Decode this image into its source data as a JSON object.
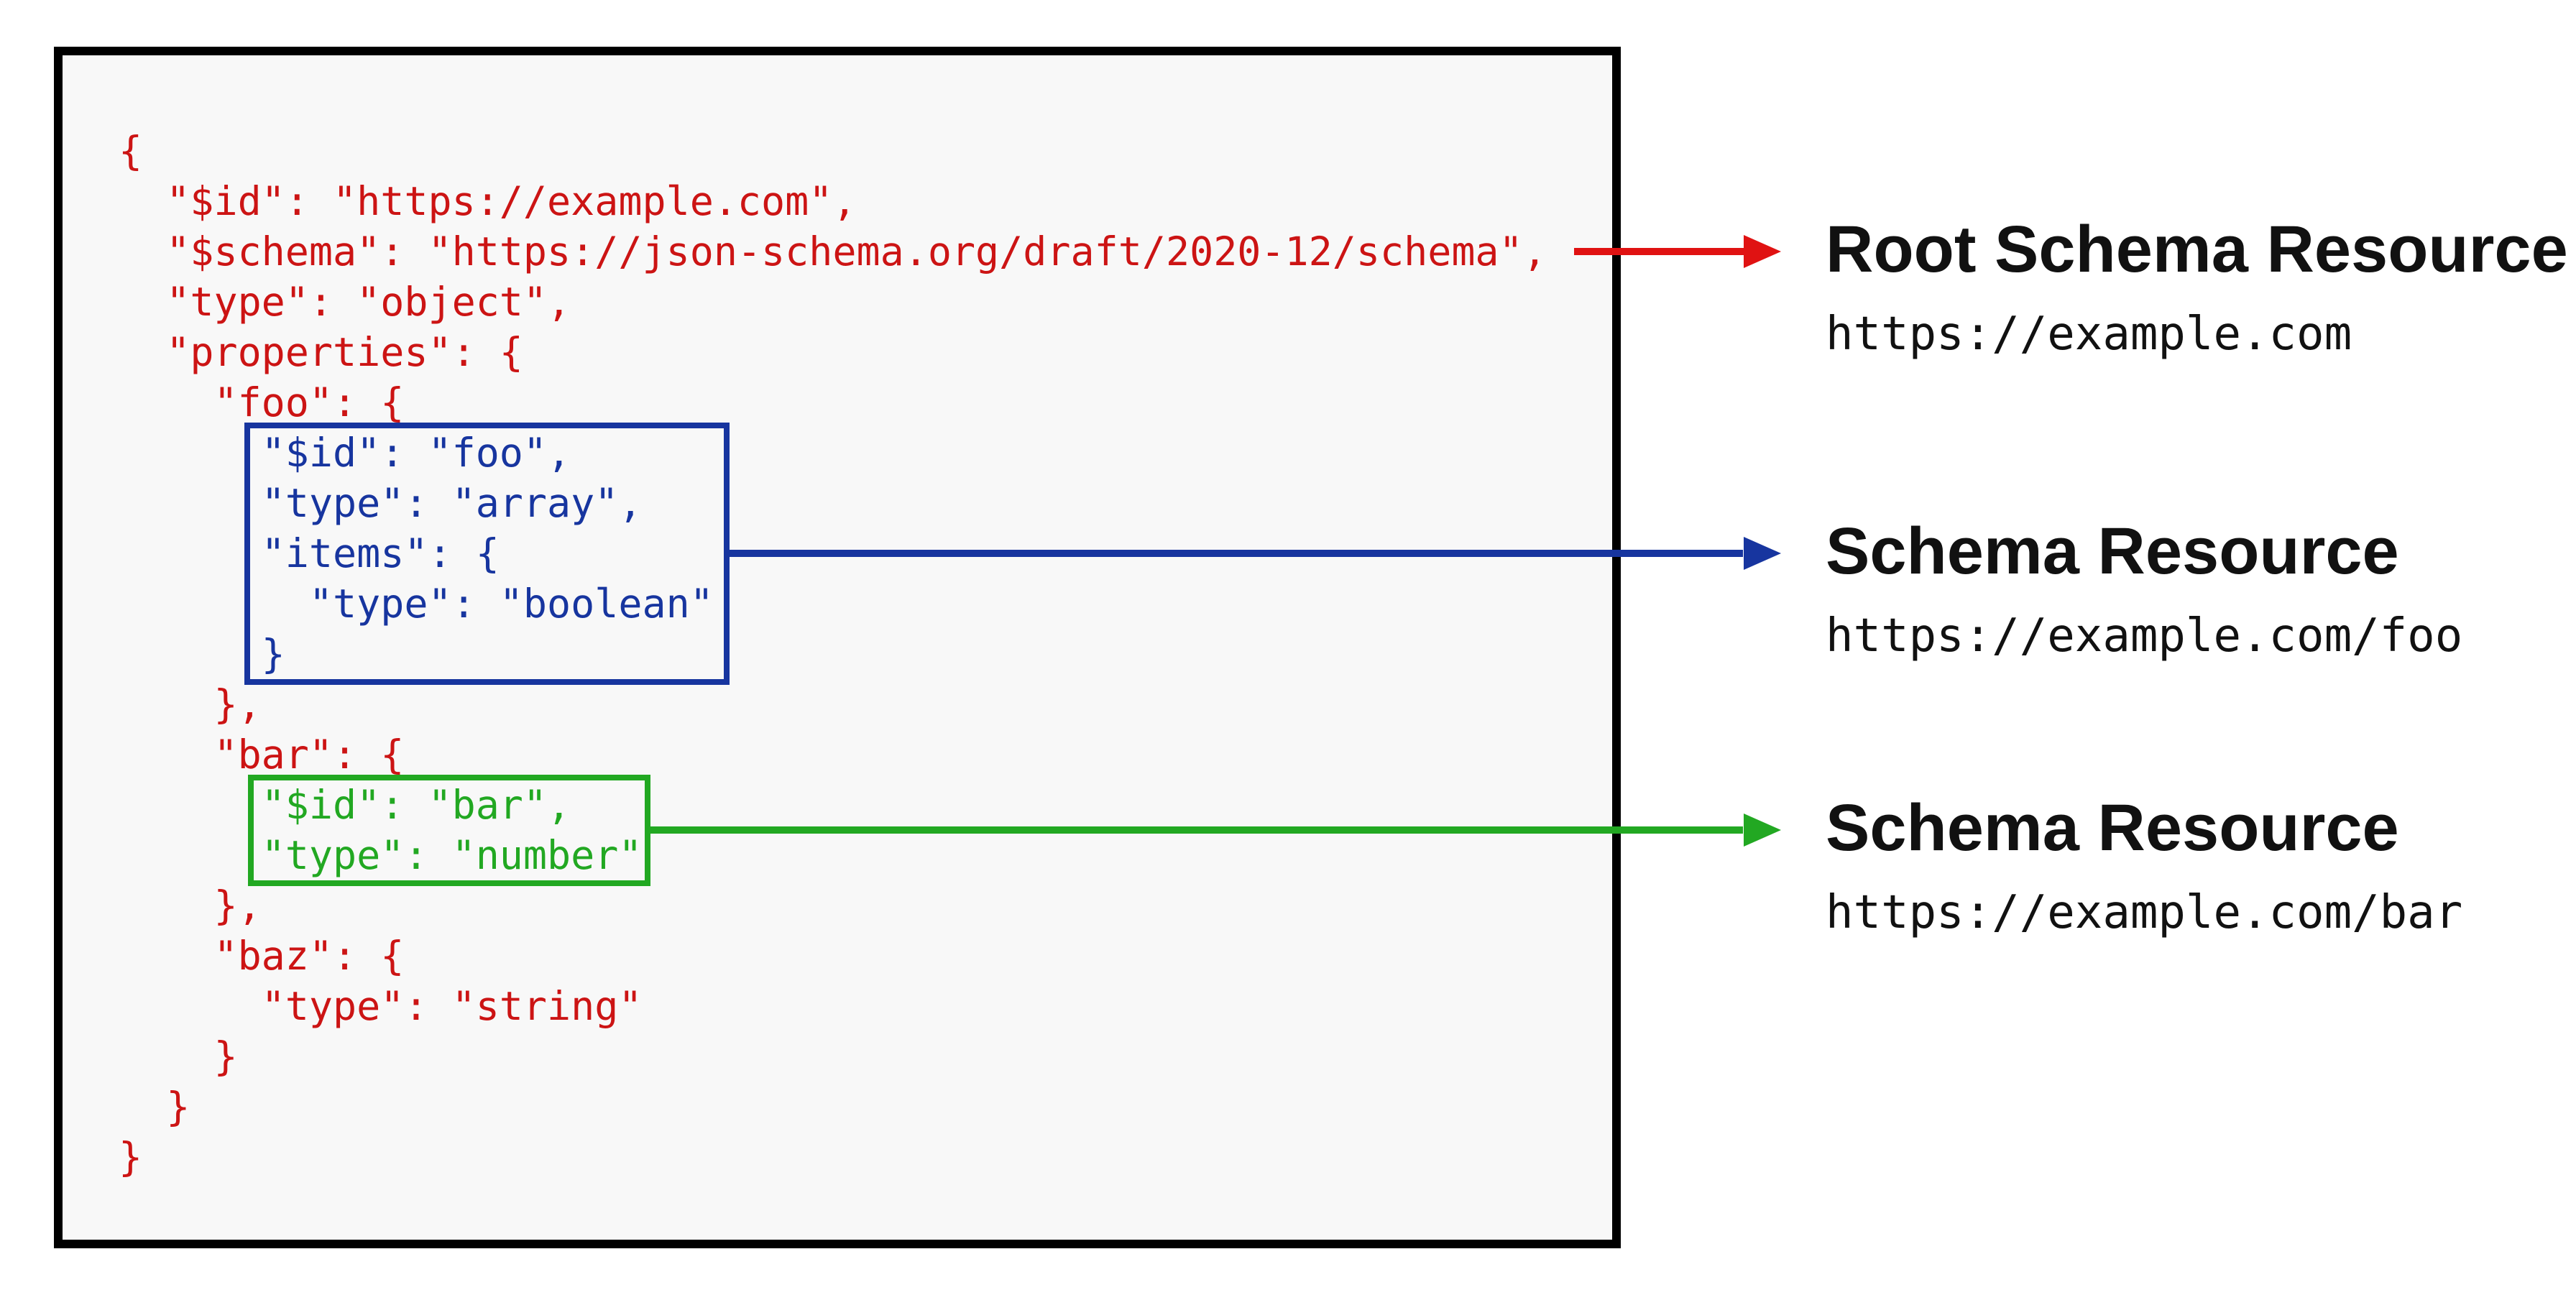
{
  "code": {
    "lines": [
      {
        "text": "{",
        "tone": "red"
      },
      {
        "text": "  \"$id\": \"https://example.com\",",
        "tone": "red"
      },
      {
        "text": "  \"$schema\": \"https://json-schema.org/draft/2020-12/schema\",",
        "tone": "red"
      },
      {
        "text": "  \"type\": \"object\",",
        "tone": "red"
      },
      {
        "text": "  \"properties\": {",
        "tone": "red"
      },
      {
        "text": "    \"foo\": {",
        "tone": "red"
      },
      {
        "text": "      \"$id\": \"foo\",",
        "tone": "blue"
      },
      {
        "text": "      \"type\": \"array\",",
        "tone": "blue"
      },
      {
        "text": "      \"items\": {",
        "tone": "blue"
      },
      {
        "text": "        \"type\": \"boolean\"",
        "tone": "blue"
      },
      {
        "text": "      }",
        "tone": "blue"
      },
      {
        "text": "    },",
        "tone": "red"
      },
      {
        "text": "    \"bar\": {",
        "tone": "red"
      },
      {
        "text": "      \"$id\": \"bar\",",
        "tone": "green"
      },
      {
        "text": "      \"type\": \"number\"",
        "tone": "green"
      },
      {
        "text": "    },",
        "tone": "red"
      },
      {
        "text": "    \"baz\": {",
        "tone": "red"
      },
      {
        "text": "      \"type\": \"string\"",
        "tone": "red"
      },
      {
        "text": "    }",
        "tone": "red"
      },
      {
        "text": "  }",
        "tone": "red"
      },
      {
        "text": "}",
        "tone": "red"
      }
    ]
  },
  "callouts": [
    {
      "title": "Root Schema Resource",
      "url": "https://example.com",
      "color": "#e01212"
    },
    {
      "title": "Schema Resource",
      "url": "https://example.com/foo",
      "color": "#17359f"
    },
    {
      "title": "Schema Resource",
      "url": "https://example.com/bar",
      "color": "#22a822"
    }
  ],
  "colors": {
    "code_red": "#cc1414",
    "code_blue": "#17359f",
    "code_green": "#22a822",
    "arrow_red": "#e01212",
    "panel_background": "#f8f8f8",
    "panel_border": "#000000",
    "label_text": "#111111"
  }
}
